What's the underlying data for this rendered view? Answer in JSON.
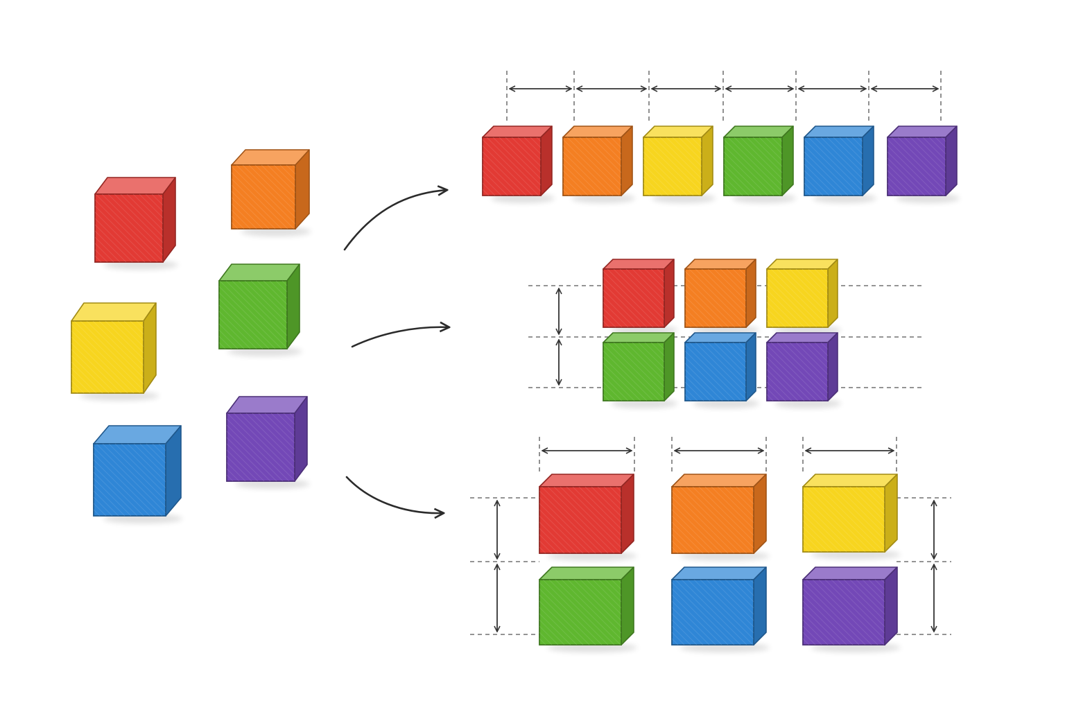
{
  "palette": {
    "red": "#e23a34",
    "orange": "#f47f22",
    "yellow": "#f7d51f",
    "green": "#5fb72f",
    "blue": "#2f86d6",
    "purple": "#7348b7",
    "ink": "#2b2b2b",
    "guide": "#555555",
    "background": "#ffffff"
  },
  "arrow_icon": "curved-arrow-icon",
  "dimension_icon": "double-headed-arrow-icon",
  "groups": {
    "scattered": {
      "blocks": [
        "red",
        "orange",
        "green",
        "yellow",
        "purple",
        "blue"
      ]
    },
    "single_row": {
      "blocks": [
        "red",
        "orange",
        "yellow",
        "green",
        "blue",
        "purple"
      ]
    },
    "two_rows": {
      "blocks": [
        "red",
        "orange",
        "yellow",
        "green",
        "blue",
        "purple"
      ]
    },
    "spaced_grid": {
      "blocks": [
        "red",
        "orange",
        "yellow",
        "green",
        "blue",
        "purple"
      ]
    }
  }
}
